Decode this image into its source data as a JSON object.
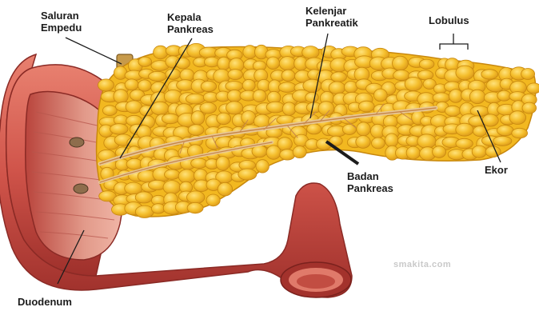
{
  "labels": {
    "saluran_empedu": "Saluran\nEmpedu",
    "kepala_pankreas": "Kepala\nPankreas",
    "kelenjar_pankreatik": "Kelenjar\nPankreatik",
    "lobulus": "Lobulus",
    "ekor": "Ekor",
    "badan_pankreas": "Badan\nPankreas",
    "duodenum": "Duodenum"
  },
  "watermark": "smakita.com",
  "colors": {
    "pancreas_fill": "#f2b820",
    "pancreas_highlight": "#fbd54a",
    "pancreas_shadow": "#d48f10",
    "duodenum_fill": "#d4574b",
    "duodenum_dark": "#a3322c",
    "duodenum_light": "#ec8c7a",
    "duct": "#e9b27a",
    "bile_duct": "#c79a4a"
  }
}
